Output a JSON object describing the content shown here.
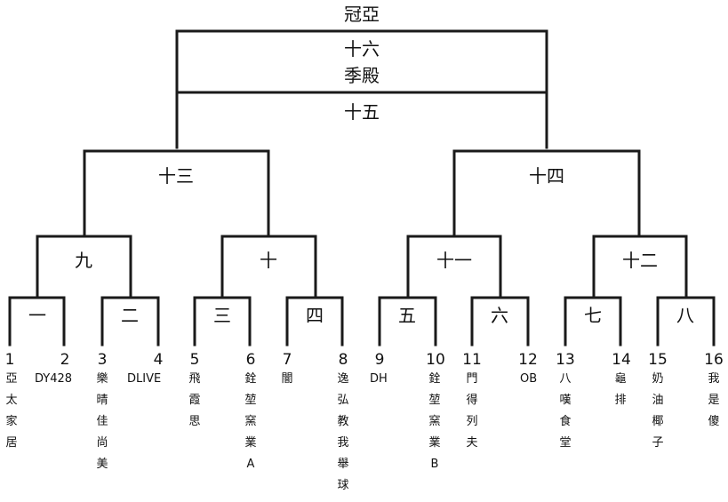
{
  "bracket": {
    "final_label": "冠亞",
    "third_place_label_1": "十六",
    "third_place_label_2": "季殿",
    "final_match_label": "十五",
    "semis": [
      "十三",
      "十四"
    ],
    "quarters": [
      "九",
      "十",
      "十一",
      "十二"
    ],
    "round1": [
      "一",
      "二",
      "三",
      "四",
      "五",
      "六",
      "七",
      "八"
    ]
  },
  "teams": [
    {
      "seed": "1",
      "name": "亞太家居"
    },
    {
      "seed": "2",
      "name": "DY428"
    },
    {
      "seed": "3",
      "name": "樂晴佳尚美"
    },
    {
      "seed": "4",
      "name": "DLIVE"
    },
    {
      "seed": "5",
      "name": "飛霞思"
    },
    {
      "seed": "6",
      "name": "銓堃窯業A"
    },
    {
      "seed": "7",
      "name": "闇"
    },
    {
      "seed": "8",
      "name": "逸弘教我舉球"
    },
    {
      "seed": "9",
      "name": "DH"
    },
    {
      "seed": "10",
      "name": "銓堃窯業B"
    },
    {
      "seed": "11",
      "name": "門得列夫"
    },
    {
      "seed": "12",
      "name": "OB"
    },
    {
      "seed": "13",
      "name": "八嘆食堂"
    },
    {
      "seed": "14",
      "name": "龜排"
    },
    {
      "seed": "15",
      "name": "奶油椰子"
    },
    {
      "seed": "16",
      "name": "我是傻"
    }
  ]
}
